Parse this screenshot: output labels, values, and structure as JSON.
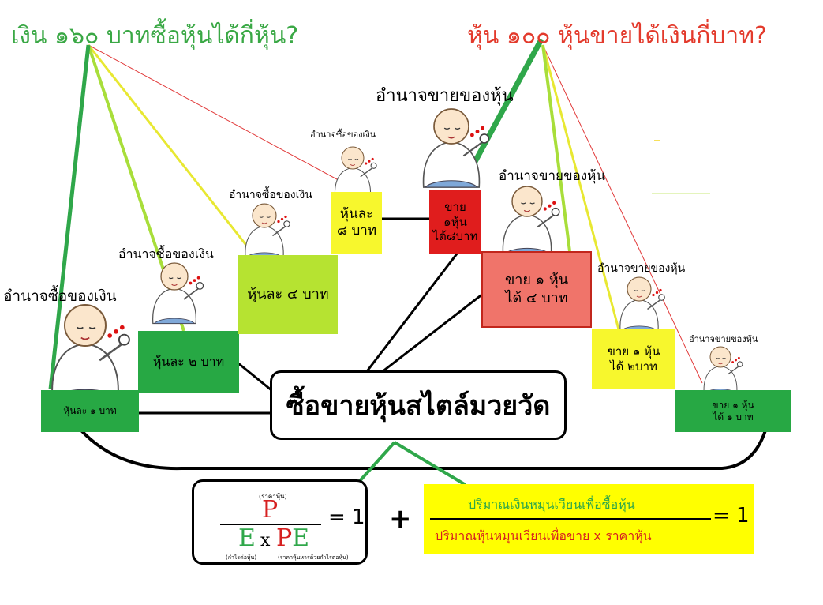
{
  "headings": {
    "left": "เงิน ๑๖๐ บาทซื้อหุ้นได้กี่หุ้น?",
    "right": "หุ้น ๑๐๐ หุ้นขายได้เงินกี่บาท?"
  },
  "power_labels": {
    "buy": "อำนาจซื้อของเงิน",
    "sell": "อำนาจขายของหุ้น"
  },
  "buy_steps": [
    {
      "text": "หุ้นละ ๑ บาท"
    },
    {
      "text": "หุ้นละ ๒ บาท"
    },
    {
      "text": "หุ้นละ ๔ บาท"
    },
    {
      "text_line1": "หุ้นละ",
      "text_line2": "๘ บาท"
    }
  ],
  "sell_steps": [
    {
      "line1": "ขาย",
      "line2": "๑หุ้น",
      "line3": "ได้๘บาท"
    },
    {
      "line1": "ขาย ๑ หุ้น",
      "line2": "ได้ ๔ บาท"
    },
    {
      "line1": "ขาย ๑ หุ้น",
      "line2": "ได้ ๒บาท"
    },
    {
      "line1": "ขาย ๑ หุ้น",
      "line2": "ได้ ๑ บาท"
    }
  ],
  "center_title": "ซื้อขายหุ้นสไตล์มวยวัด",
  "formula_left": {
    "num_note": "(ราคาหุ้น)",
    "num": "P",
    "den_e": "E",
    "den_x": "x",
    "den_pe": "PE",
    "note_e": "(กำไรต่อหุ้น)",
    "note_pe": "(ราคาหุ้นหารด้วยกำไรต่อหุ้น)",
    "equals": "= 1"
  },
  "plus": "+",
  "formula_right": {
    "numerator": "ปริมาณเงินหมุนเวียนเพื่อซื้อหุ้น",
    "denominator": "ปริมาณหุ้นหมุนเวียนเพื่อขาย x ราคาหุ้น",
    "equals": "= 1"
  },
  "colors": {
    "green_heading": "#3aa845",
    "red_heading": "#e33a2c",
    "dark_green": "#27a844",
    "lime": "#b6e331",
    "yellow": "#f7f72d",
    "red": "#e01d1d",
    "salmon": "#f0746a"
  },
  "icons": [
    "monk-figure"
  ]
}
